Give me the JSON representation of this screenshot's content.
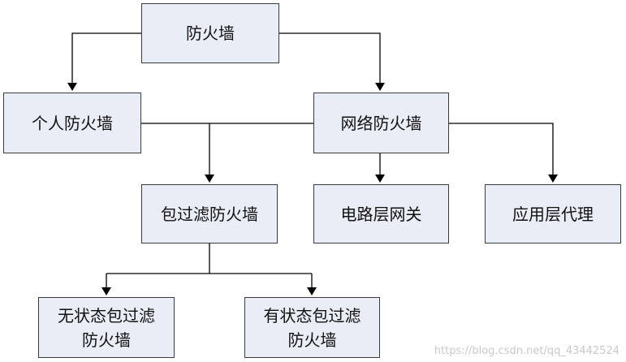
{
  "diagram": {
    "nodes": {
      "root": "防火墙",
      "personal": "个人防火墙",
      "network": "网络防火墙",
      "packet": "包过滤防火墙",
      "circuit": "电路层网关",
      "app": "应用层代理",
      "stateless": [
        "无状态包过滤",
        "防火墙"
      ],
      "stateful": [
        "有状态包过滤",
        "防火墙"
      ]
    },
    "edges": [
      [
        "防火墙",
        "个人防火墙"
      ],
      [
        "防火墙",
        "网络防火墙"
      ],
      [
        "个人防火墙",
        "包过滤防火墙"
      ],
      [
        "网络防火墙",
        "包过滤防火墙"
      ],
      [
        "网络防火墙",
        "电路层网关"
      ],
      [
        "网络防火墙",
        "应用层代理"
      ],
      [
        "包过滤防火墙",
        "无状态包过滤防火墙"
      ],
      [
        "包过滤防火墙",
        "有状态包过滤防火墙"
      ]
    ]
  },
  "watermark": "https://blog.csdn.net/qq_43442524",
  "colors": {
    "node_fill": "#e9edf6",
    "border": "#3b3b3b",
    "line": "#000000"
  }
}
